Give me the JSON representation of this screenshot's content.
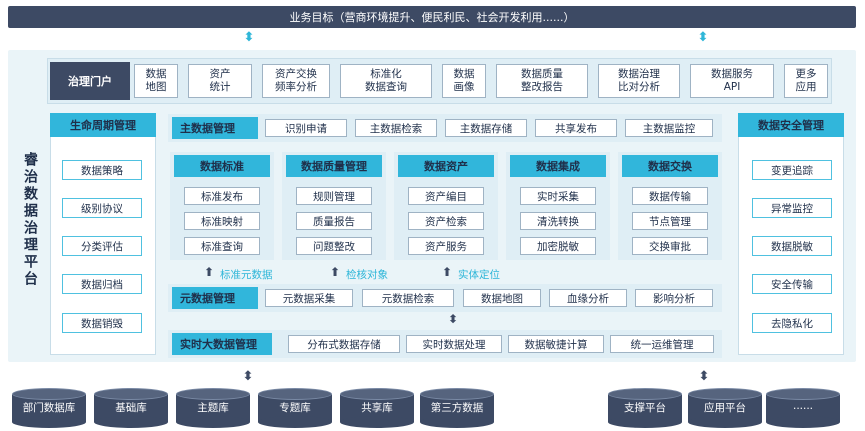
{
  "top_banner": "业务目标（营商环境提升、便民利民、社会开发利用......）",
  "platform_title": "睿治数据治理平台",
  "portal": {
    "label": "治理门户",
    "items": [
      "数据\n地图",
      "资产\n统计",
      "资产交换\n频率分析",
      "标准化\n数据查询",
      "数据\n画像",
      "数据质量\n整改报告",
      "数据治理\n比对分析",
      "数据服务\nAPI",
      "更多\n应用"
    ]
  },
  "lifecycle": {
    "title": "生命周期管理",
    "items": [
      "数据策略",
      "级别协议",
      "分类评估",
      "数据归档",
      "数据销毁"
    ]
  },
  "security": {
    "title": "数据安全管理",
    "items": [
      "变更追踪",
      "异常监控",
      "数据脱敏",
      "安全传输",
      "去隐私化"
    ]
  },
  "master_data": {
    "title": "主数据管理",
    "items": [
      "识别申请",
      "主数据检索",
      "主数据存储",
      "共享发布",
      "主数据监控"
    ]
  },
  "columns": [
    {
      "title": "数据标准",
      "items": [
        "标准发布",
        "标准映射",
        "标准查询"
      ]
    },
    {
      "title": "数据质量管理",
      "items": [
        "规则管理",
        "质量报告",
        "问题整改"
      ]
    },
    {
      "title": "数据资产",
      "items": [
        "资产编目",
        "资产检索",
        "资产服务"
      ]
    },
    {
      "title": "数据集成",
      "items": [
        "实时采集",
        "清洗转换",
        "加密脱敏"
      ]
    },
    {
      "title": "数据交换",
      "items": [
        "数据传输",
        "节点管理",
        "交换审批"
      ]
    }
  ],
  "annotations": [
    "标准元数据",
    "检核对象",
    "实体定位"
  ],
  "metadata": {
    "title": "元数据管理",
    "items": [
      "元数据采集",
      "元数据检索",
      "数据地图",
      "血缘分析",
      "影响分析"
    ]
  },
  "bigdata": {
    "title": "实时大数据管理",
    "items": [
      "分布式数据存储",
      "实时数据处理",
      "数据敏捷计算",
      "统一运维管理"
    ]
  },
  "databases_left": [
    "部门数据库",
    "基础库",
    "主题库",
    "专题库",
    "共享库",
    "第三方数据"
  ],
  "databases_right": [
    "支撑平台",
    "应用平台",
    "......"
  ],
  "colors": {
    "dark": "#3d4a64",
    "accent": "#31b6db",
    "panel": "#eaf4f8"
  }
}
